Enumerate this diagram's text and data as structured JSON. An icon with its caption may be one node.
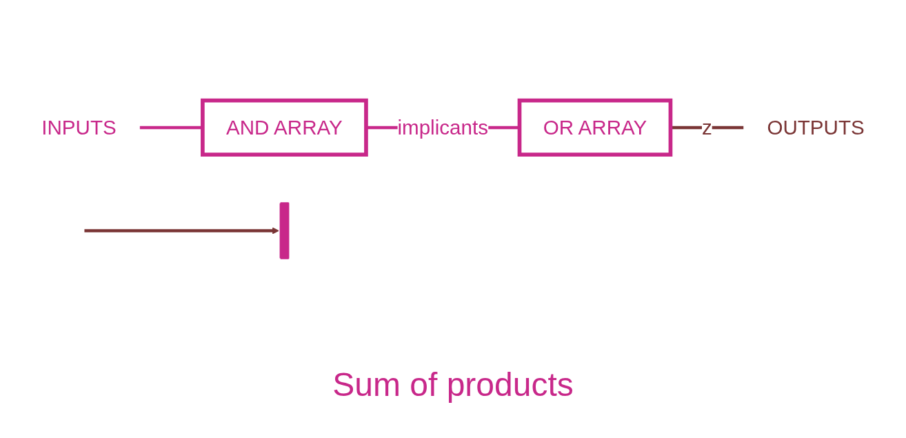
{
  "diagram": {
    "nodes": [
      {
        "text": [
          "INPUTS"
        ]
      },
      {
        "text": [
          "AND ARRAY"
        ]
      },
      {
        "text": [
          "OR ARRAY"
        ]
      },
      {
        "text": [
          "OUTPUTS"
        ]
      },
      {
        "text": [],
        "shape": "bar"
      }
    ],
    "edges": [
      {
        "from": 0,
        "to": 1,
        "arrow": "none"
      },
      {
        "from": 1,
        "to": 2,
        "arrow": "none",
        "label": "implicants"
      },
      {
        "from": 2,
        "to": 3,
        "arrow": "none",
        "label": "z",
        "color": "#7a3535"
      },
      {
        "from": null,
        "to": 4,
        "arrow": "to",
        "color": "#7a3535"
      }
    ],
    "labels": [
      "Sum of products"
    ]
  }
}
